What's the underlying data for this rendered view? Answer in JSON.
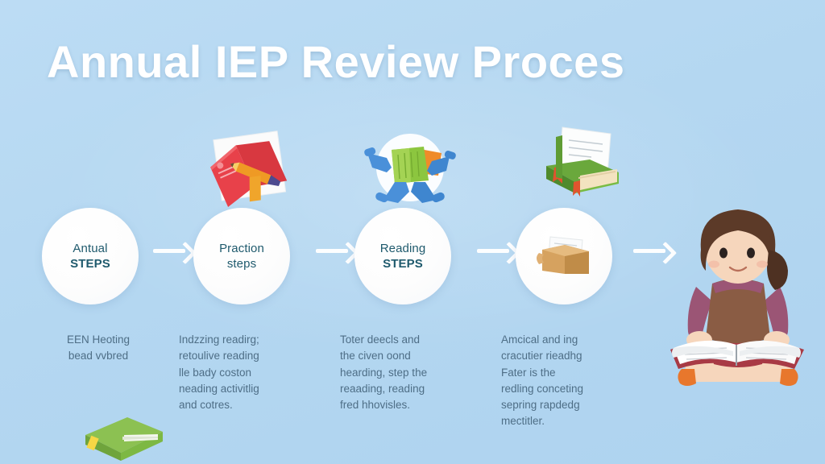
{
  "meta": {
    "kind": "infographic",
    "background_color": "#b6d9f2",
    "title_color": "#ffffff",
    "circle_text_color": "#1f5a6d",
    "caption_text_color": "#4e6e86",
    "arrow_color": "#ffffff"
  },
  "header": {
    "title": "Annual IEP Review Proces"
  },
  "steps": [
    {
      "id": "step-1",
      "icon": "green-book-icon",
      "circle": {
        "line1": "Antual",
        "line2": "STEPS",
        "line2_bold": true
      },
      "caption_align": "center",
      "caption_lines": [
        "EEN Heoting",
        "bead vvbred"
      ]
    },
    {
      "id": "step-2",
      "icon": "red-folder-pencil-icon",
      "circle": {
        "line1": "Praction",
        "line2": "steps",
        "line2_bold": false
      },
      "caption_align": "left",
      "caption_lines": [
        "Indzzing readirg;",
        "retoulive reading",
        "lle bady coston",
        "neading activitlig",
        "and cotres."
      ]
    },
    {
      "id": "step-3",
      "icon": "hands-holding-book-icon",
      "circle": {
        "line1": "Reading",
        "line2": "STEPS",
        "line2_bold": true
      },
      "caption_align": "left",
      "caption_lines": [
        "Toter deecls and",
        "the civen oond",
        "hearding, step the",
        "reaading, reading",
        "fred hhovisles."
      ]
    },
    {
      "id": "step-4",
      "icon": "green-book-document-icon",
      "circle": {
        "line1": "",
        "line2": "",
        "line2_bold": false,
        "inner_icon": "cardboard-box-papers-icon"
      },
      "caption_align": "left",
      "caption_lines": [
        "Amcical and ing",
        "cracutier rieadhg",
        "Fater is the",
        "redling conceting",
        "sepring rapdedg",
        "mectitler."
      ]
    }
  ],
  "arrows": [
    {
      "id": "arrow-1",
      "direction": "right"
    },
    {
      "id": "arrow-2",
      "direction": "right"
    },
    {
      "id": "arrow-3",
      "direction": "right"
    },
    {
      "id": "arrow-4",
      "direction": "right"
    }
  ],
  "illustration": {
    "girl_reading": {
      "name": "girl-reading-book-illustration",
      "hair_color": "#5c3a28",
      "skin_color": "#f6d6bc",
      "sleeve_color": "#9b5575",
      "pinafore_color": "#8a5c44",
      "shoe_color": "#e8772c",
      "book_cover_color": "#a83a45"
    }
  }
}
